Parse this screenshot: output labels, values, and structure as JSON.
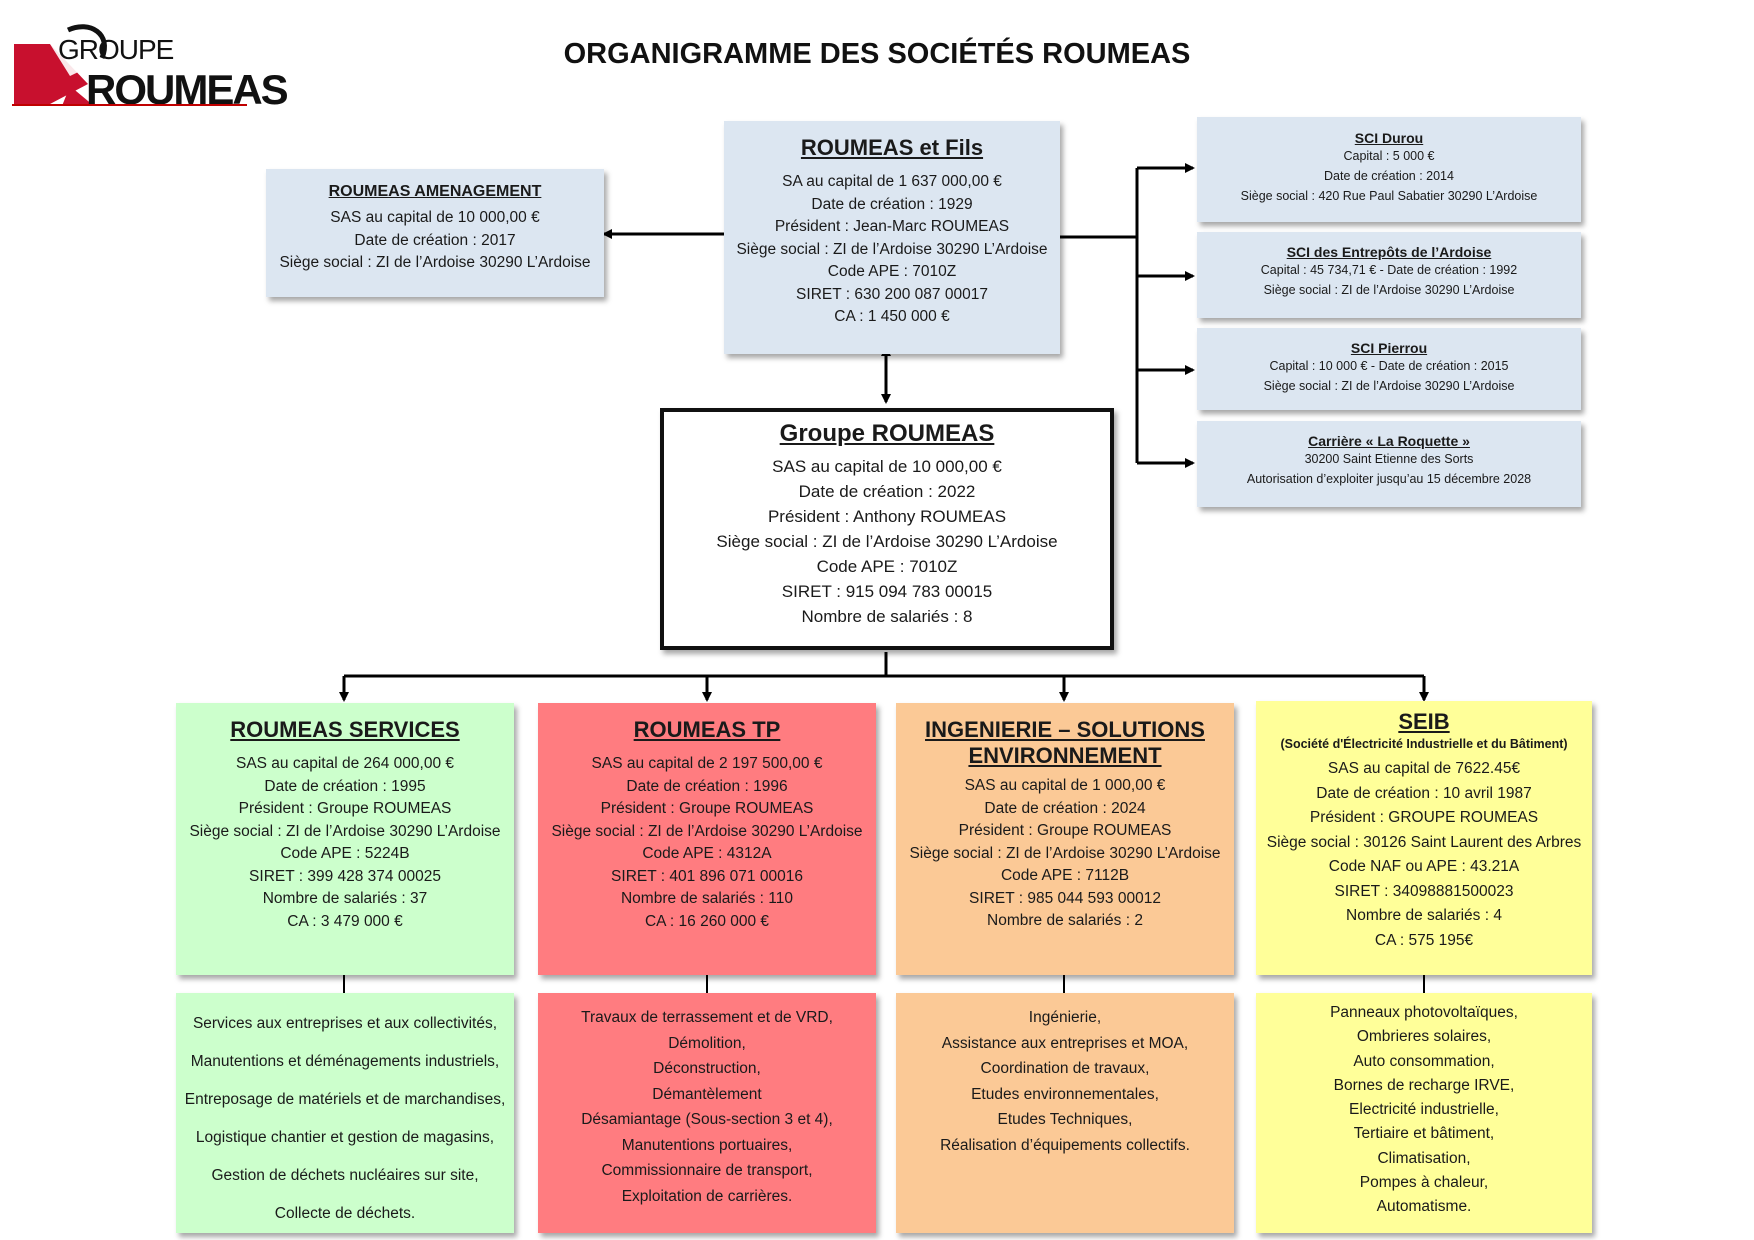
{
  "document_title": "ORGANIGRAMME DES SOCIÉTÉS ROUMEAS",
  "logo": {
    "line1": "GROUPE",
    "line2": "ROUMEAS",
    "colors": {
      "red": "#c8102e",
      "dark": "#111111"
    }
  },
  "colors": {
    "blue": "#dce6f1",
    "green": "#ccffcc",
    "red": "#ff7c80",
    "orange": "#fbc996",
    "yellow": "#ffff99"
  },
  "amenagement": {
    "title": "ROUMEAS AMENAGEMENT",
    "lines": [
      "SAS au capital de 10 000,00 €",
      "Date de création : 2017",
      "Siège social : ZI de l’Ardoise 30290 L’Ardoise"
    ]
  },
  "fils": {
    "title": "ROUMEAS et Fils",
    "lines": [
      "SA au capital de 1 637 000,00 €",
      "Date de création : 1929",
      "Président : Jean-Marc ROUMEAS",
      "Siège social : ZI de l’Ardoise 30290 L’Ardoise",
      "Code APE : 7010Z",
      "SIRET : 630 200 087 00017",
      "CA : 1 450 000 €"
    ]
  },
  "sci_durou": {
    "title": "SCI Durou",
    "lines": [
      "Capital : 5 000 €",
      "Date de création : 2014",
      "Siège social : 420 Rue Paul Sabatier 30290 L’Ardoise"
    ]
  },
  "sci_entrepots": {
    "title": "SCI des Entrepôts de l’Ardoise",
    "lines": [
      "Capital : 45 734,71 € - Date de création : 1992",
      "Siège social : ZI de l’Ardoise 30290 L’Ardoise"
    ]
  },
  "sci_pierrou": {
    "title": "SCI Pierrou",
    "lines": [
      "Capital : 10 000 € - Date de création : 2015",
      "Siège social : ZI de l’Ardoise 30290 L’Ardoise"
    ]
  },
  "carriere": {
    "title": "Carrière « La Roquette »",
    "lines": [
      "30200 Saint Etienne des Sorts",
      "Autorisation d’exploiter jusqu’au 15 décembre 2028"
    ]
  },
  "groupe": {
    "title": "Groupe ROUMEAS",
    "lines": [
      "SAS au capital de 10 000,00 €",
      "Date de création : 2022",
      "Président : Anthony ROUMEAS",
      "Siège social : ZI de l’Ardoise 30290 L’Ardoise",
      "Code APE : 7010Z",
      "SIRET : 915 094 783 00015",
      "Nombre de salariés : 8"
    ]
  },
  "services": {
    "title": "ROUMEAS SERVICES",
    "lines": [
      "SAS au capital de 264 000,00 €",
      "Date de création : 1995",
      "Président : Groupe ROUMEAS",
      "Siège social : ZI de l’Ardoise 30290 L’Ardoise",
      "Code APE : 5224B",
      "SIRET : 399 428 374 00025",
      "Nombre de salariés : 37",
      "CA :  3 479 000 €"
    ],
    "activities": [
      "Services aux entreprises et aux collectivités,",
      "Manutentions et déménagements industriels,",
      "Entreposage de matériels et de marchandises,",
      "Logistique chantier et gestion de magasins,",
      "Gestion de déchets nucléaires sur site,",
      "Collecte de déchets."
    ]
  },
  "tp": {
    "title": "ROUMEAS TP",
    "lines": [
      "SAS au capital de 2 197 500,00 €",
      "Date de création : 1996",
      "Président : Groupe ROUMEAS",
      "Siège social : ZI de l’Ardoise 30290 L’Ardoise",
      "Code APE : 4312A",
      "SIRET : 401 896 071 00016",
      "Nombre de salariés : 110",
      "CA : 16 260 000 €"
    ],
    "activities": [
      "Travaux de terrassement et de VRD,",
      "Démolition,",
      "Déconstruction,",
      "Démantèlement",
      "Désamiantage (Sous-section 3 et 4),",
      "Manutentions portuaires,",
      "Commissionnaire de transport,",
      "Exploitation de carrières."
    ]
  },
  "ingenierie": {
    "title_line1": "INGENIERIE – SOLUTIONS",
    "title_line2": "ENVIRONNEMENT",
    "lines": [
      "SAS au capital de 1 000,00 €",
      "Date de création : 2024",
      "Président : Groupe ROUMEAS",
      "Siège social : ZI de l’Ardoise 30290 L’Ardoise",
      "Code APE : 7112B",
      "SIRET : 985 044 593 00012",
      "Nombre de salariés : 2"
    ],
    "activities": [
      "Ingénierie,",
      "Assistance aux entreprises et MOA,",
      "Coordination de travaux,",
      "Etudes environnementales,",
      "Etudes Techniques,",
      "Réalisation d’équipements collectifs."
    ]
  },
  "seib": {
    "title": "SEIB",
    "subtitle": "(Société d'Électricité Industrielle et du Bâtiment)",
    "lines": [
      "SAS au capital de 7622.45€",
      "Date de création : 10 avril 1987",
      "Président :  GROUPE ROUMEAS",
      "Siège social : 30126 Saint Laurent des Arbres",
      "Code NAF ou APE : 43.21A",
      "SIRET : 34098881500023",
      "Nombre de salariés : 4",
      "CA : 575 195€"
    ],
    "activities": [
      "Panneaux photovoltaïques,",
      "Ombrieres solaires,",
      "Auto consommation,",
      "Bornes de recharge IRVE,",
      "Electricité industrielle,",
      "Tertiaire et bâtiment,",
      "Climatisation,",
      "Pompes à chaleur,",
      "Automatisme."
    ]
  }
}
